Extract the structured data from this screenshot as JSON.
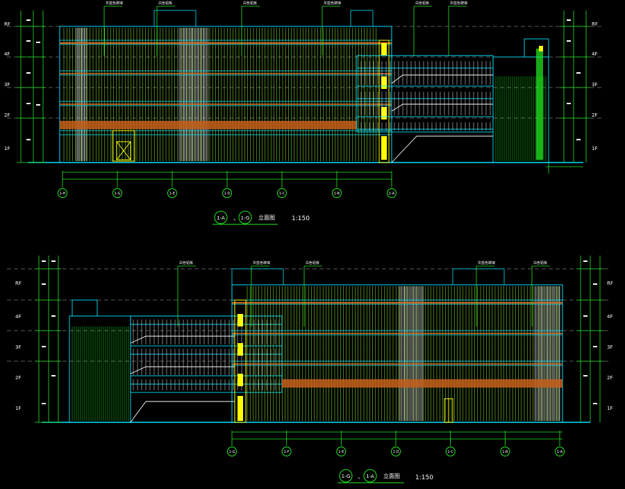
{
  "colors": {
    "background": "#000000",
    "cyan": "#00e5ff",
    "white": "#ffffff",
    "green": "#22ee22",
    "lime": "#9bff3a",
    "yellow": "#ffff00",
    "orange": "#d4681e",
    "dashed": "#b9b9b9"
  },
  "top_elevation": {
    "floor_labels": [
      "RF",
      "4F",
      "3F",
      "2F",
      "1F"
    ],
    "callouts": [
      "灰蓝色玻璃",
      "白色铝板",
      "白色铝板",
      "灰蓝色玻璃",
      "白色铝板",
      "灰蓝色玻璃"
    ],
    "axis_labels": [
      "1-H",
      "1-G",
      "1-E",
      "1-D",
      "1-C",
      "1-B",
      "1-A"
    ],
    "title": {
      "from": "1-A",
      "sep": "、",
      "to": "1-G",
      "suffix": "立面图",
      "scale": "1:150"
    }
  },
  "bottom_elevation": {
    "floor_labels": [
      "RF",
      "4F",
      "3F",
      "2F",
      "1F"
    ],
    "callouts": [
      "白色铝板",
      "灰蓝色玻璃",
      "白色铝板",
      "灰蓝色玻璃",
      "白色铝板"
    ],
    "axis_labels": [
      "1-G",
      "1-F",
      "1-E",
      "1-D",
      "1-C",
      "1-B",
      "1-A"
    ],
    "title": {
      "from": "1-G",
      "sep": "、",
      "to": "1-A",
      "suffix": "立面图",
      "scale": "1:150"
    }
  }
}
